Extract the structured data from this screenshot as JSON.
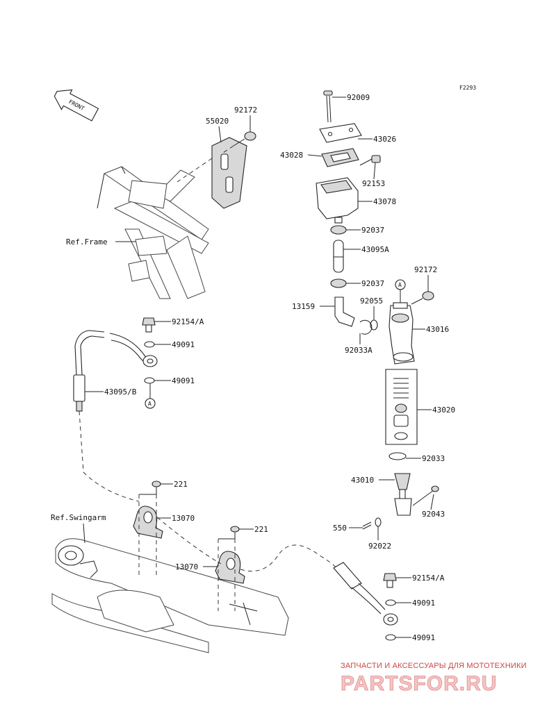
{
  "figure_code": "F2293",
  "front_label": "FRONT",
  "ref_labels": {
    "frame": "Ref.Frame",
    "swingarm": "Ref.Swingarm"
  },
  "callout_marker": "A",
  "parts": {
    "p92009": "92009",
    "p43026": "43026",
    "p43028": "43028",
    "p92153": "92153",
    "p43078": "43078",
    "p92037a": "92037",
    "p43095a": "43095A",
    "p92037b": "92037",
    "p92172r": "92172",
    "p13159": "13159",
    "p92055": "92055",
    "p43016": "43016",
    "p92033a": "92033A",
    "p43020": "43020",
    "p92033": "92033",
    "p43010": "43010",
    "p92043": "92043",
    "p550": "550",
    "p92022": "92022",
    "p92172l": "92172",
    "p55020": "55020",
    "p92154a": "92154/A",
    "p49091a": "49091",
    "p49091b": "49091",
    "p43095b": "43095/B",
    "p221a": "221",
    "p13070a": "13070",
    "p221b": "221",
    "p13070b": "13070",
    "p92154b": "92154/A",
    "p49091c": "49091",
    "p49091d": "49091"
  },
  "watermark": {
    "tagline": "ЗАПЧАСТИ И АКСЕССУАРЫ ДЛЯ МОТОТЕХНИКИ",
    "brand": "PARTSFOR.RU"
  }
}
